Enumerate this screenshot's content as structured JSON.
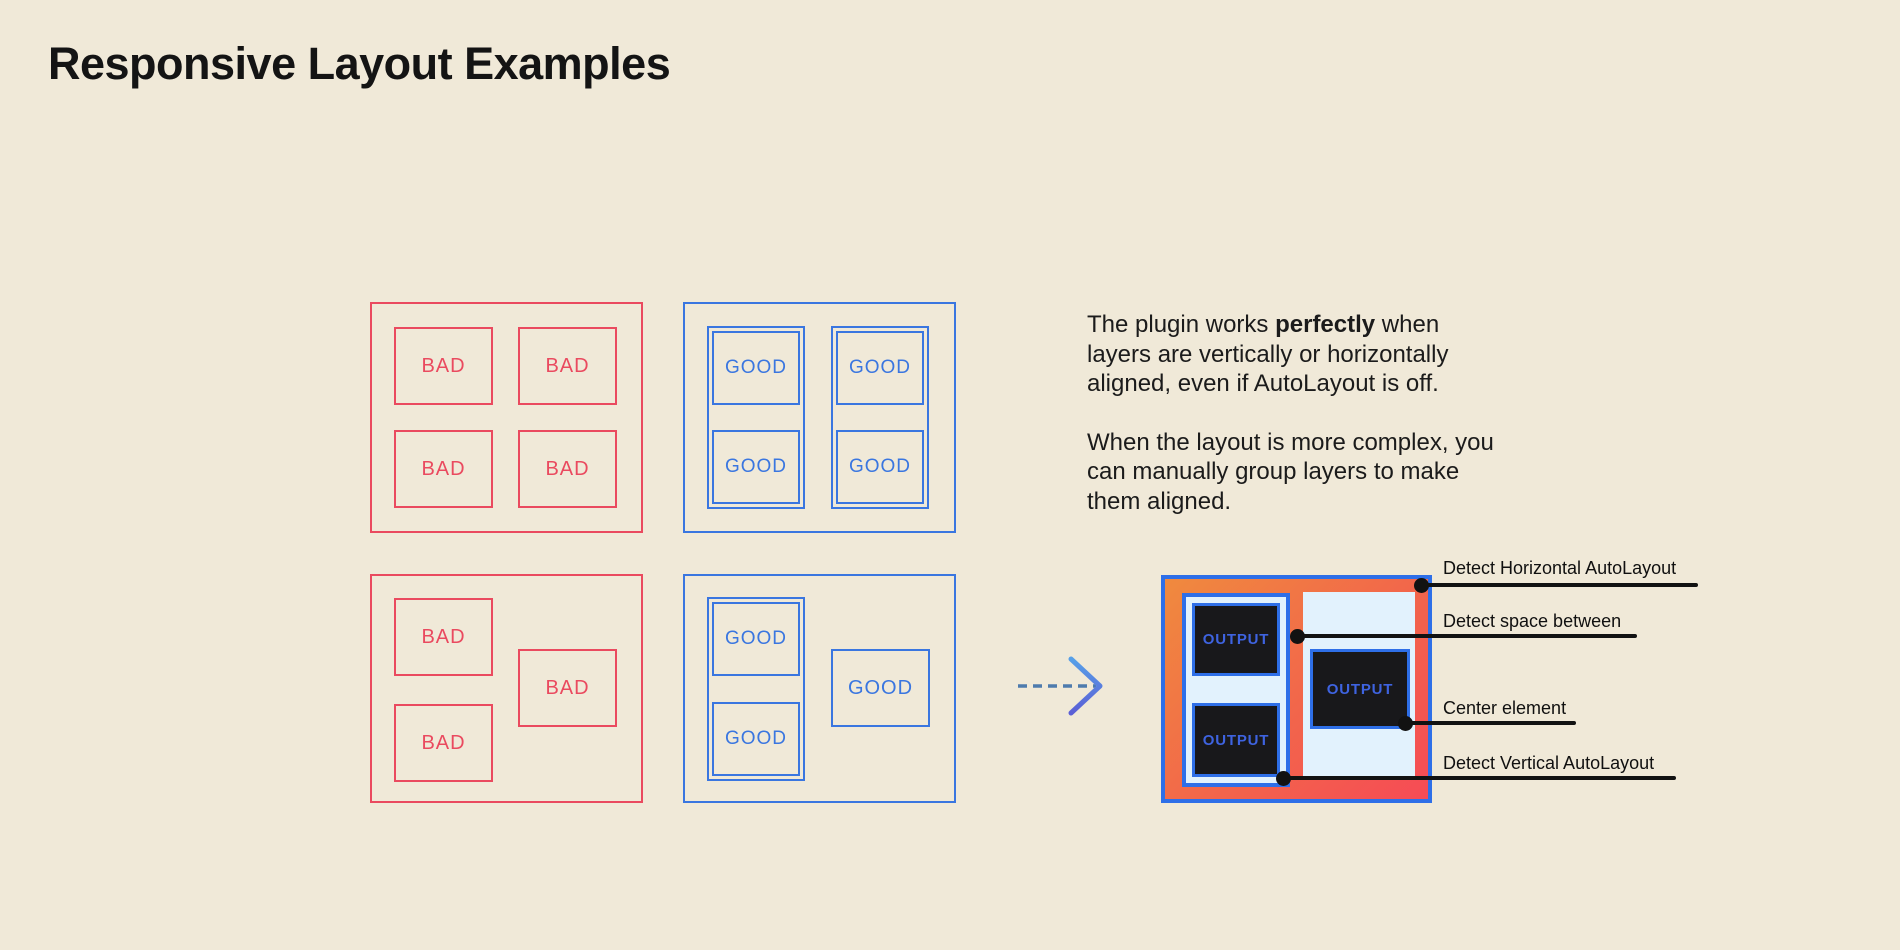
{
  "page": {
    "title": "Responsive Layout Examples",
    "background": "#f0e9d8"
  },
  "colors": {
    "page_bg": "#f0e9d8",
    "bad_color": "#ea4a5f",
    "good_color": "#3a76e0",
    "frame_border": "#2e6fe8",
    "panel_fill": "#e2f2fd",
    "dark_box": "#18181b",
    "output_text": "#3e63e0",
    "gradient_start": "#f08a3e",
    "gradient_mid": "#f2654b",
    "gradient_end": "#f64b55",
    "annotation_line": "#121212",
    "arrow_dash": "#4e7bad",
    "arrow_grad_top": "#57a0e8",
    "arrow_grad_bottom": "#5b5fd6"
  },
  "labels": {
    "bad": "BAD",
    "good": "GOOD",
    "output": "OUTPUT"
  },
  "description": {
    "p1_line1_pre": "The plugin works ",
    "p1_line1_bold": "perfectly",
    "p1_line1_post": " when",
    "p1_line2": "layers are vertically or horizontally",
    "p1_line3": "aligned, even if AutoLayout is off.",
    "p2_line1": "When the layout is more complex, you",
    "p2_line2": "can manually group layers to make",
    "p2_line3": "them aligned."
  },
  "icons": {
    "arrow": "dashed-arrow-right"
  },
  "annotations": [
    {
      "label": "Detect Horizontal AutoLayout"
    },
    {
      "label": "Detect space between"
    },
    {
      "label": "Center element"
    },
    {
      "label": "Detect Vertical AutoLayout"
    }
  ]
}
